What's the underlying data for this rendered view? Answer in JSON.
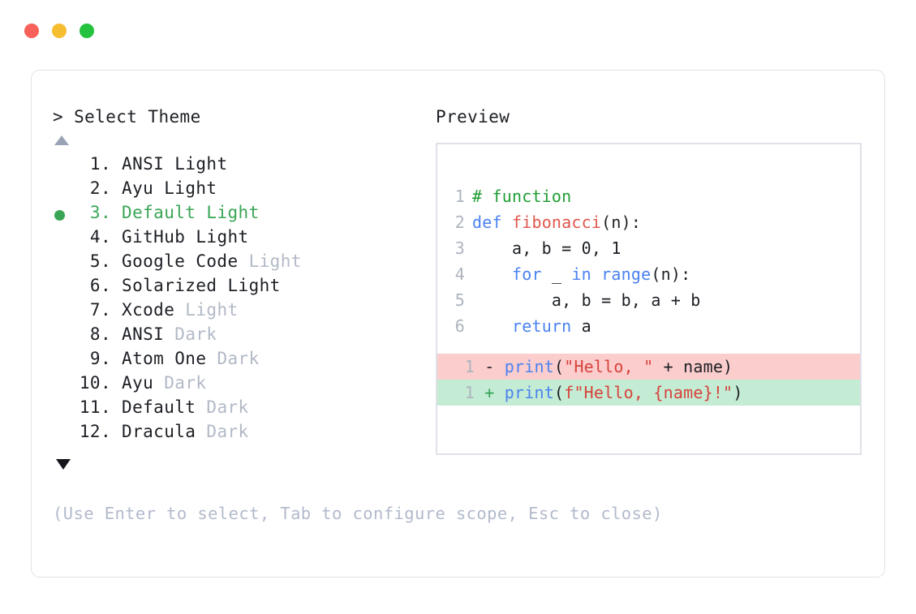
{
  "window": {
    "traffic_lights": [
      {
        "name": "close-button",
        "color": "#f8615a"
      },
      {
        "name": "minimize-button",
        "color": "#f6bd30"
      },
      {
        "name": "maximize-button",
        "color": "#25c23f"
      }
    ]
  },
  "left": {
    "prompt_caret": ">",
    "prompt_title": "Select Theme",
    "scroll_up_icon": "triangle-up-icon",
    "scroll_down_icon": "triangle-down-icon",
    "selected_index": 3,
    "selected_bullet": "●",
    "accent_color": "#3aa655",
    "muted_color": "#b2b9c6",
    "items": [
      {
        "num": "1.",
        "name": "ANSI",
        "variant": "Light",
        "variant_muted": false,
        "selected": false
      },
      {
        "num": "2.",
        "name": "Ayu",
        "variant": "Light",
        "variant_muted": false,
        "selected": false
      },
      {
        "num": "3.",
        "name": "Default",
        "variant": "Light",
        "variant_muted": false,
        "selected": true
      },
      {
        "num": "4.",
        "name": "GitHub",
        "variant": "Light",
        "variant_muted": false,
        "selected": false
      },
      {
        "num": "5.",
        "name": "Google Code",
        "variant": "Light",
        "variant_muted": true,
        "selected": false
      },
      {
        "num": "6.",
        "name": "Solarized",
        "variant": "Light",
        "variant_muted": false,
        "selected": false
      },
      {
        "num": "7.",
        "name": "Xcode",
        "variant": "Light",
        "variant_muted": true,
        "selected": false
      },
      {
        "num": "8.",
        "name": "ANSI",
        "variant": "Dark",
        "variant_muted": true,
        "selected": false
      },
      {
        "num": "9.",
        "name": "Atom One",
        "variant": "Dark",
        "variant_muted": true,
        "selected": false
      },
      {
        "num": "10.",
        "name": "Ayu",
        "variant": "Dark",
        "variant_muted": true,
        "selected": false
      },
      {
        "num": "11.",
        "name": "Default",
        "variant": "Dark",
        "variant_muted": true,
        "selected": false
      },
      {
        "num": "12.",
        "name": "Dracula",
        "variant": "Dark",
        "variant_muted": true,
        "selected": false
      }
    ],
    "footer_hint": "(Use Enter to select, Tab to configure scope, Esc to close)"
  },
  "right": {
    "preview_label": "Preview",
    "code_lines": [
      {
        "ln": "1",
        "tokens": [
          {
            "t": "# function",
            "c": "comment"
          }
        ]
      },
      {
        "ln": "2",
        "tokens": [
          {
            "t": "def ",
            "c": "keyword"
          },
          {
            "t": "fibonacci",
            "c": "func"
          },
          {
            "t": "(n):",
            "c": "plain"
          }
        ]
      },
      {
        "ln": "3",
        "tokens": [
          {
            "t": "    a, b = 0, 1",
            "c": "plain"
          }
        ]
      },
      {
        "ln": "4",
        "tokens": [
          {
            "t": "    ",
            "c": "plain"
          },
          {
            "t": "for",
            "c": "keyword"
          },
          {
            "t": " _ ",
            "c": "plain"
          },
          {
            "t": "in ",
            "c": "keyword"
          },
          {
            "t": "range",
            "c": "builtin"
          },
          {
            "t": "(n):",
            "c": "plain"
          }
        ]
      },
      {
        "ln": "5",
        "tokens": [
          {
            "t": "        a, b = b, a + b",
            "c": "plain"
          }
        ]
      },
      {
        "ln": "6",
        "tokens": [
          {
            "t": "    ",
            "c": "plain"
          },
          {
            "t": "return",
            "c": "keyword"
          },
          {
            "t": " a",
            "c": "plain"
          }
        ]
      }
    ],
    "diff_lines": [
      {
        "ln": "1",
        "sign": "-",
        "kind": "del",
        "bg": "#fbcdcd",
        "tokens": [
          {
            "t": "print",
            "c": "builtin"
          },
          {
            "t": "(",
            "c": "plain"
          },
          {
            "t": "\"Hello, \"",
            "c": "string"
          },
          {
            "t": " + name)",
            "c": "plain"
          }
        ]
      },
      {
        "ln": "1",
        "sign": "+",
        "kind": "add",
        "bg": "#c4ebd4",
        "tokens": [
          {
            "t": "print",
            "c": "builtin"
          },
          {
            "t": "(",
            "c": "plain"
          },
          {
            "t": "f\"Hello, {name}!\"",
            "c": "string"
          },
          {
            "t": ")",
            "c": "plain"
          }
        ]
      }
    ]
  }
}
